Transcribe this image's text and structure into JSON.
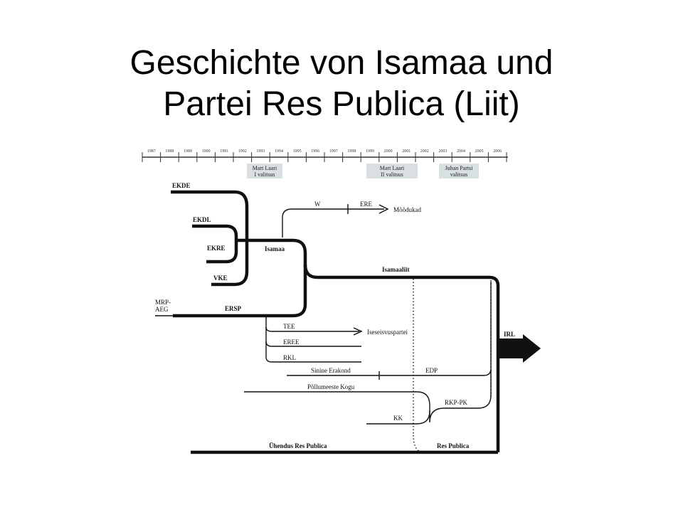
{
  "title": {
    "line1": "Geschichte von Isamaa und",
    "line2": "Partei Res Publica (Liit)"
  },
  "timeline": {
    "years": [
      "1987",
      "1988",
      "1989",
      "1990",
      "1991",
      "1992",
      "1993",
      "1994",
      "1995",
      "1996",
      "1997",
      "1998",
      "1999",
      "2000",
      "2001",
      "2002",
      "2003",
      "2004",
      "2005",
      "2006"
    ],
    "governments": [
      {
        "line1": "Mart Laari",
        "line2": "I valitsus"
      },
      {
        "line1": "Mart Laari",
        "line2": "II valitsus"
      },
      {
        "line1": "Juhan Partsi",
        "line2": "valitsus"
      }
    ]
  },
  "nodes": {
    "ekde": "EKDE",
    "ekdl": "EKDL",
    "ekre": "EKRE",
    "vke": "VKE",
    "isamaa": "Isamaa",
    "mrp_aeg_1": "MRP-",
    "mrp_aeg_2": "AEG",
    "ersp": "ERSP",
    "w": "W",
    "ere": "ERE",
    "moodukad": "Mõõdukad",
    "isamaaliit": "Isamaaliit",
    "irl": "IRL",
    "tee": "TEE",
    "iseseisvuspartei": "Iseseisvuspartei",
    "eree": "EREE",
    "rkl": "RKL",
    "sinine_erakond": "Sinine Erakond",
    "edp": "EDP",
    "pollumeeste_kogu": "Põllumeeste Kogu",
    "rkp_pk": "RKP-PK",
    "kk": "KK",
    "uhendus_res_publica": "Ühendus Res Publica",
    "res_publica": "Res Publica"
  },
  "colors": {
    "line": "#111111",
    "gov_box": "#d9e0e3"
  }
}
